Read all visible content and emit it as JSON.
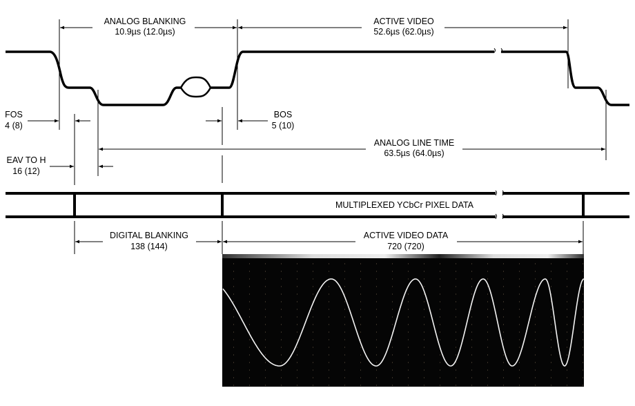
{
  "analog_blanking": {
    "label": "ANALOG BLANKING",
    "value": "10.9µs (12.0µs)"
  },
  "active_video": {
    "label": "ACTIVE VIDEO",
    "value": "52.6µs (62.0µs)"
  },
  "fos": {
    "label": "FOS",
    "value": "4 (8)"
  },
  "bos": {
    "label": "BOS",
    "value": "5 (10)"
  },
  "analog_line_time": {
    "label": "ANALOG LINE TIME",
    "value": "63.5µs (64.0µs)"
  },
  "eav_to_h": {
    "label": "EAV TO H",
    "value": "16 (12)"
  },
  "data_bus": {
    "label": "MULTIPLEXED YCbCr PIXEL DATA"
  },
  "digital_blanking": {
    "label": "DIGITAL BLANKING",
    "value": "138 (144)"
  },
  "active_video_data": {
    "label": "ACTIVE VIDEO DATA",
    "value": "720 (720)"
  }
}
